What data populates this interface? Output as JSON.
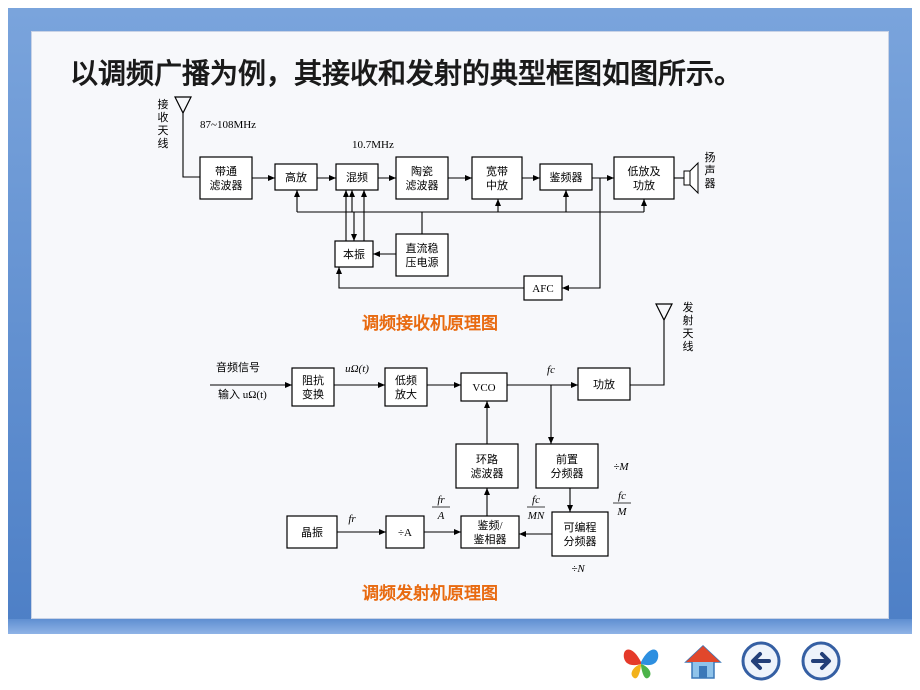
{
  "title": "以调频广播为例，其接收和发射的典型框图如图所示。",
  "receiver": {
    "caption": "调频接收机原理图",
    "antenna_label": [
      "接",
      "收",
      "天",
      "线"
    ],
    "freq_range": "87~108MHz",
    "if_freq": "10.7MHz",
    "blocks": {
      "bandpass": [
        "带通",
        "滤波器"
      ],
      "rf_amp": [
        "高放"
      ],
      "mixer": [
        "混频"
      ],
      "ceramic": [
        "陶瓷",
        "滤波器"
      ],
      "wideband": [
        "宽带",
        "中放"
      ],
      "discriminator": [
        "鉴频器"
      ],
      "audio_amp": [
        "低放及",
        "功放"
      ],
      "local_osc": [
        "本振"
      ],
      "regulator": [
        "直流稳",
        "压电源"
      ],
      "afc": [
        "AFC"
      ]
    },
    "speaker_label": [
      "扬",
      "声",
      "器"
    ]
  },
  "transmitter": {
    "caption": "调频发射机原理图",
    "antenna_label": [
      "发",
      "射",
      "天",
      "线"
    ],
    "input_label_1": "音频信号",
    "input_label_2": "输入 uΩ(t)",
    "signal_label": "uΩ(t)",
    "fc_label": "fc",
    "div_m": "÷M",
    "div_n": "÷N",
    "fr_label": "fr",
    "fr_over_a": [
      "fr",
      "A"
    ],
    "fc_over_mn": [
      "fc",
      "MN"
    ],
    "fc_over_m": [
      "fc",
      "M"
    ],
    "blocks": {
      "impedance": [
        "阻抗",
        "变换"
      ],
      "lowfreq_amp": [
        "低频",
        "放大"
      ],
      "vco": [
        "VCO"
      ],
      "power_amp": [
        "功放"
      ],
      "loop_filter": [
        "环路",
        "滤波器"
      ],
      "prescaler": [
        "前置",
        "分频器"
      ],
      "crystal": [
        "晶振"
      ],
      "div_a": [
        "÷A"
      ],
      "phase_det": [
        "鉴频/",
        "鉴相器"
      ],
      "prog_divider": [
        "可编程",
        "分频器"
      ]
    }
  },
  "colors": {
    "caption": "#e86a10",
    "frame": "#5b8ad0",
    "line": "#000000"
  },
  "nav_icons": [
    "butterfly-icon",
    "home-icon",
    "back-arrow-icon",
    "forward-arrow-icon"
  ]
}
